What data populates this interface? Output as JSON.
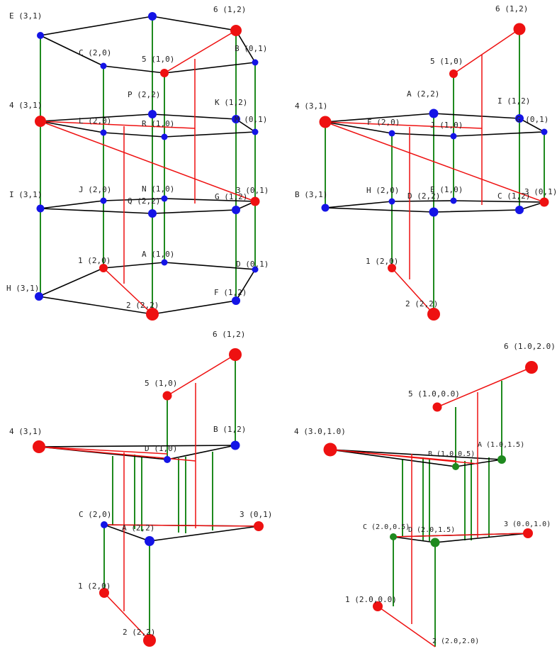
{
  "colors": {
    "red": "#ee1111",
    "blue": "#1414e6",
    "green": "#1f8a1f",
    "black": "#000000"
  },
  "panels": [
    {
      "id": "p1",
      "labels": {
        "E": "E (3,1)",
        "C": "C (2,0)",
        "n5": "5 (1,0)",
        "n6": "6 (1,2)",
        "B": "B (0,1)",
        "n4": "4 (3,1)",
        "L": "L (2,0)",
        "P": "P (2,2)",
        "R": "R (1,0)",
        "K": "K (1,2)",
        "M": "M (0,1)",
        "I": "I (3,1)",
        "J": "J (2,0)",
        "N": "N (1,0)",
        "Q": "Q (2,2)",
        "G": "G (1,2)",
        "n3": "3 (0,1)",
        "n1": "1 (2,0)",
        "A": "A (1,0)",
        "D": "D (0,1)",
        "H": "H (3,1)",
        "F": "F (1,2)",
        "n2": "2 (2,2)"
      }
    },
    {
      "id": "p2",
      "labels": {
        "n6": "6 (1,2)",
        "n5": "5 (1,0)",
        "A": "A (2,2)",
        "n4": "4 (3,1)",
        "F": "F (2,0)",
        "J": "J (1,0)",
        "I": "I (1,2)",
        "G": "G (0,1)",
        "B": "B (3,1)",
        "H": "H (2,0)",
        "D": "D (2,2)",
        "E": "E (1,0)",
        "C": "C (1,2)",
        "n3": "3 (0,1)",
        "n1": "1 (2,0)",
        "n2": "2 (2,2)"
      }
    },
    {
      "id": "p3",
      "labels": {
        "n6": "6 (1,2)",
        "n5": "5 (1,0)",
        "n4": "4 (3,1)",
        "B": "B (1,2)",
        "D": "D (1,0)",
        "C": "C (2,0)",
        "A": "A (2,2)",
        "n3": "3 (0,1)",
        "n1": "1 (2,0)",
        "n2": "2 (2,2)"
      }
    },
    {
      "id": "p4",
      "labels": {
        "n6": "6 (1.0,2.0)",
        "n5": "5 (1.0,0.0)",
        "n4": "4 (3.0,1.0)",
        "B": "B (1.0,0.5)",
        "A": "A (1.0,1.5)",
        "C": "C (2.0,0.5)",
        "D": "D (2.0,1.5)",
        "n3": "3 (0.0,1.0)",
        "n1": "1 (2.0,0.0)",
        "n2": "2 (2.0,2.0)"
      }
    }
  ]
}
